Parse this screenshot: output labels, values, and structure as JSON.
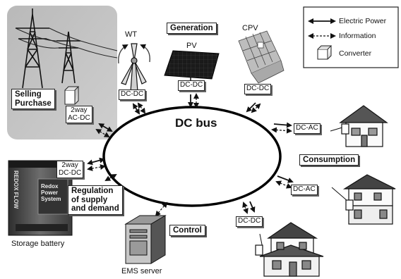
{
  "legend": {
    "electric_power": "Electric Power",
    "information": "Information",
    "converter": "Converter"
  },
  "labels": {
    "dc_bus": "DC bus",
    "generation": "Generation",
    "consumption": "Consumption",
    "control": "Control",
    "selling_purchase_1": "Selling",
    "selling_purchase_2": "Purchase",
    "regulation_1": "Regulation",
    "regulation_2": "of supply",
    "regulation_3": "and demand",
    "storage_battery": "Storage battery",
    "ems_server": "EMS server",
    "wt": "WT",
    "pv": "PV",
    "cpv": "CPV",
    "battery_brand": "REDOX FLOW",
    "battery_sub_1": "Redox",
    "battery_sub_2": "Power",
    "battery_sub_3": "System"
  },
  "converters": {
    "wt": "DC-DC",
    "pv": "DC-DC",
    "cpv": "DC-DC",
    "grid_1": "2way",
    "grid_2": "AC-DC",
    "storage_1": "2way",
    "storage_2": "DC-DC",
    "house_top": "DC-AC",
    "house_mid": "DC-AC",
    "house_bottom": "DC-DC"
  }
}
